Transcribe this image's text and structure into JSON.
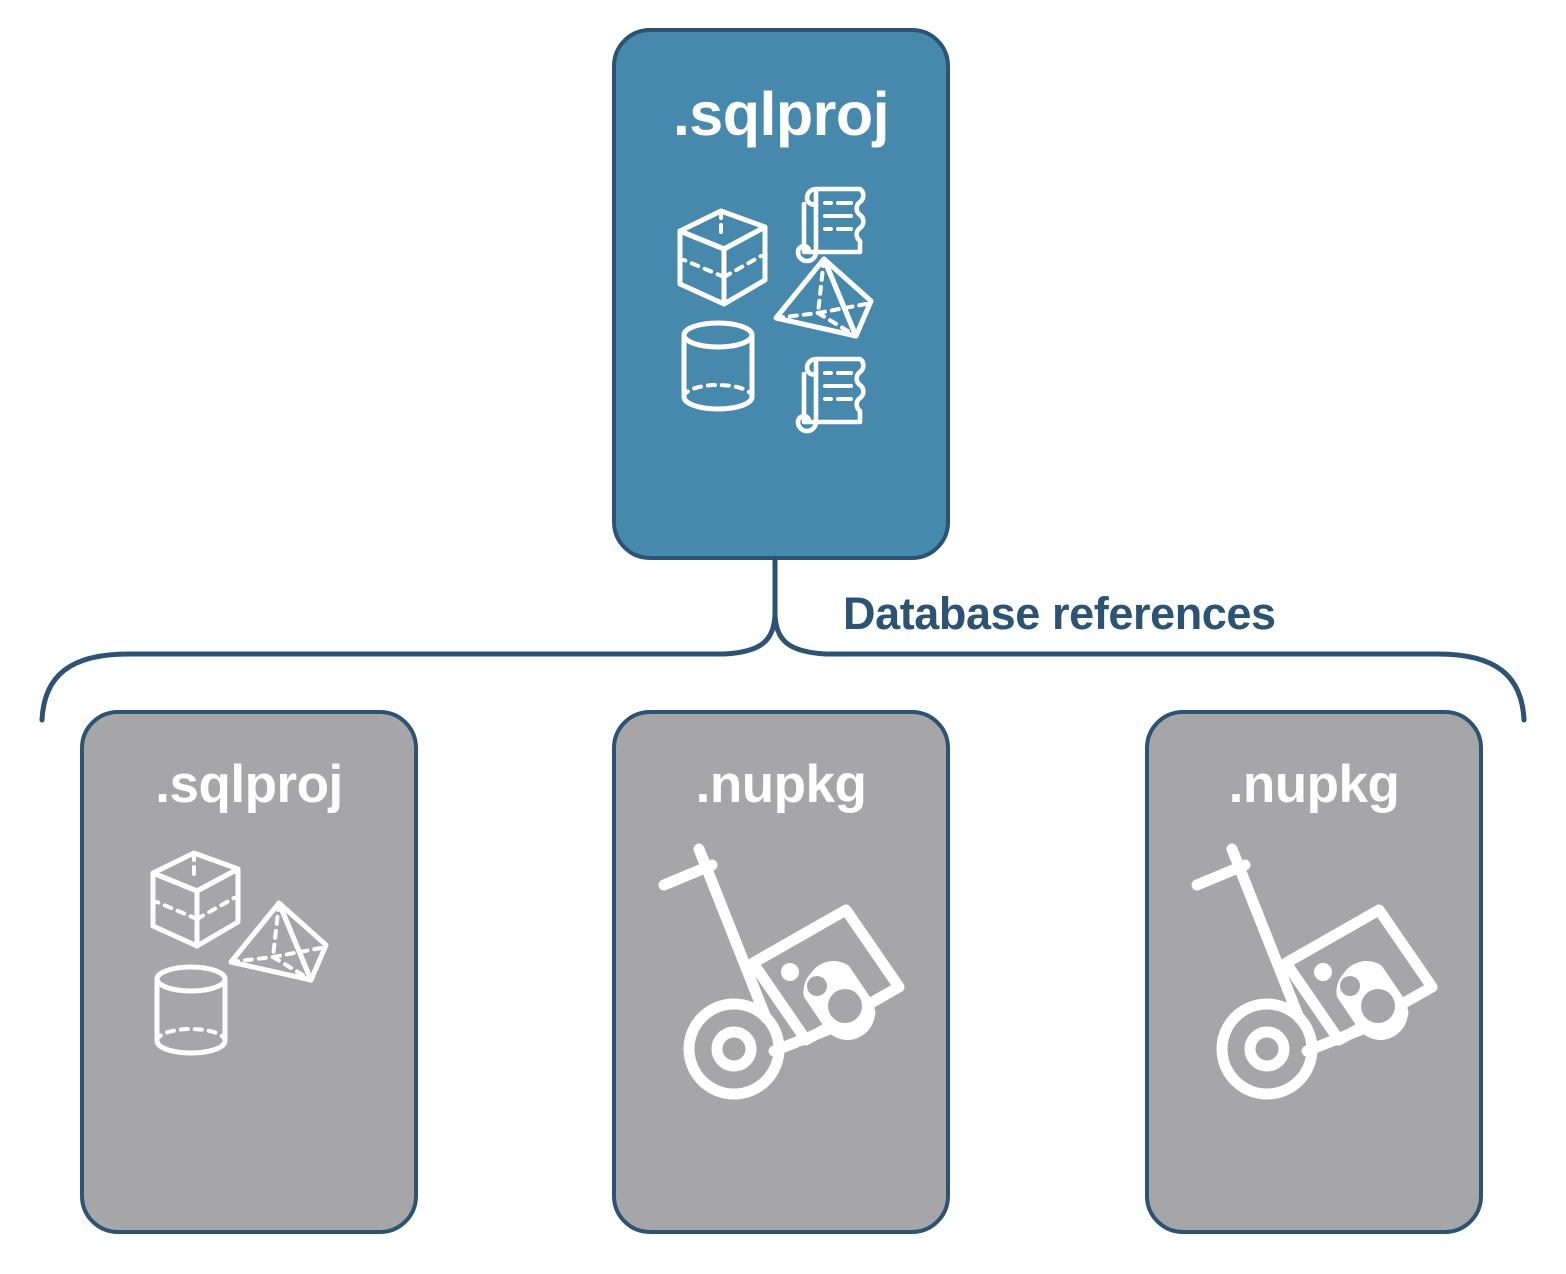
{
  "diagram": {
    "title_text": "Database references",
    "colors": {
      "primary_fill": "#4789AD",
      "reference_fill": "#A6A6A8",
      "stroke": "#2C5373",
      "icon": "#FFFFFF",
      "background": "#FFFFFF"
    },
    "root": {
      "label": ".sqlproj",
      "icon_names": [
        "cube-icon",
        "pyramid-icon",
        "cylinder-icon",
        "scroll-icon",
        "scroll-icon"
      ]
    },
    "connector": {
      "label": "Database references",
      "style": "curly-brace"
    },
    "references": [
      {
        "label": ".sqlproj",
        "icon_names": [
          "cube-icon",
          "pyramid-icon",
          "cylinder-icon"
        ]
      },
      {
        "label": ".nupkg",
        "icon_names": [
          "hand-truck-icon",
          "nuget-package-icon"
        ]
      },
      {
        "label": ".nupkg",
        "icon_names": [
          "hand-truck-icon",
          "nuget-package-icon"
        ]
      }
    ]
  }
}
